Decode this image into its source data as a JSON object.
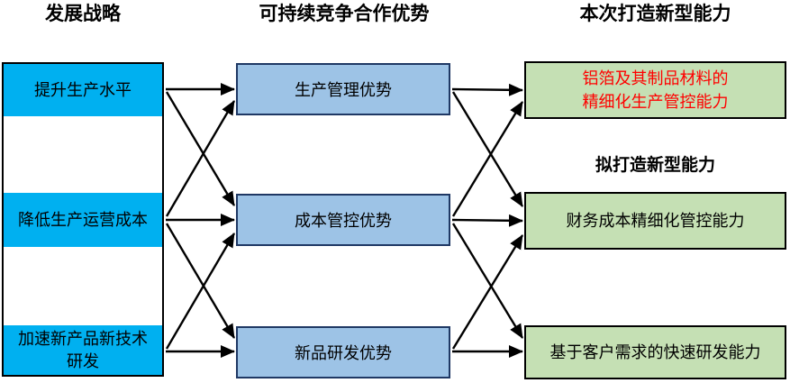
{
  "diagram": {
    "col_strategy": {
      "header": "发展战略",
      "items": [
        {
          "label": "提升生产水平"
        },
        {
          "label": "降低生产运营成本"
        },
        {
          "label": "加速新产品新技术研发"
        }
      ]
    },
    "col_advantage": {
      "header": "可持续竞争合作优势",
      "items": [
        {
          "label": "生产管理优势"
        },
        {
          "label": "成本管控优势"
        },
        {
          "label": "新品研发优势"
        }
      ]
    },
    "col_capability": {
      "header": "本次打造新型能力",
      "subheader": "拟打造新型能力",
      "items": [
        {
          "label": "铝箔及其制品材料的精细化生产管控能力",
          "text_color": "#FF0000"
        },
        {
          "label": "财务成本精细化管控能力",
          "text_color": "#000000"
        },
        {
          "label": "基于客户需求的快速研发能力",
          "text_color": "#000000"
        }
      ]
    },
    "colors": {
      "strategy_fill": "#00B0F0",
      "advantage_fill": "#9DC3E6",
      "advantage_border": "#1F3864",
      "capability_fill": "#C5E0B4",
      "capability_border": "#000000",
      "highlight_text": "#FF0000",
      "arrow": "#000000"
    }
  }
}
